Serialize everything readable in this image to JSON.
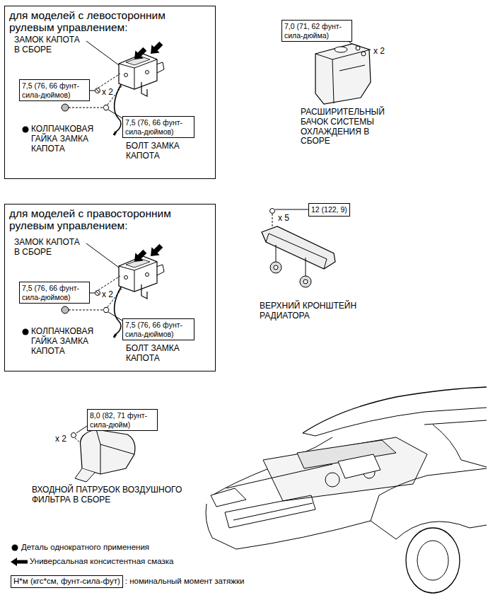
{
  "diagram": {
    "nodes": [
      {
        "text": [
          "для моделей с левосторонним рулевым управлением:"
        ]
      },
      {
        "text": [
          "7,5 (76, 66 фунт-сила-дюймов)"
        ],
        "in": 0
      },
      {
        "text": [
          "7,5 (76, 66 фунт-сила-дюймов)"
        ],
        "in": 0
      },
      {
        "text": [
          "7,0 (71, 62 фунт-сила-дюйма)"
        ]
      },
      {
        "text": [
          "для моделей с правосторонним рулевым управлением:"
        ]
      },
      {
        "text": [
          "7,5 (76, 66 фунт-сила-дюймов)"
        ],
        "in": 4
      },
      {
        "text": [
          "7,5 (76, 66 фунт-сила-дюймов)"
        ],
        "in": 4
      },
      {
        "text": [
          "12 (122, 9)"
        ]
      },
      {
        "text": [
          "8,0 (82, 71 фунт-сила-дюйм)"
        ]
      },
      {
        "text": [
          "Н*м (кгс*см, фунт-сила-фут)"
        ]
      }
    ],
    "labels": [
      "ЗАМОК КАПОТА В СБОРЕ",
      "x 2",
      "КОЛПАЧКОВАЯ ГАЙКА ЗАМКА КАПОТА",
      "БОЛТ ЗАМКА КАПОТА",
      "x 2",
      "РАСШИРИТЕЛЬНЫЙ БАЧОК СИСТЕМЫ ОХЛАЖДЕНИЯ В СБОРЕ",
      "ЗАМОК КАПОТА В СБОРЕ",
      "x 2",
      "КОЛПАЧКОВАЯ ГАЙКА ЗАМКА КАПОТА",
      "БОЛТ ЗАМКА КАПОТА",
      "x 5",
      "ВЕРХНИЙ КРОНШТЕЙН РАДИАТОРА",
      "x 2",
      "ВХОДНОЙ ПАТРУБОК ВОЗДУШНОГО ФИЛЬТРА В СБОРЕ",
      ": номинальный момент затяжки"
    ],
    "legend": [
      {
        "text": "Деталь однократного применения"
      },
      {
        "text": "Универсальная консистентная смазка"
      }
    ]
  }
}
